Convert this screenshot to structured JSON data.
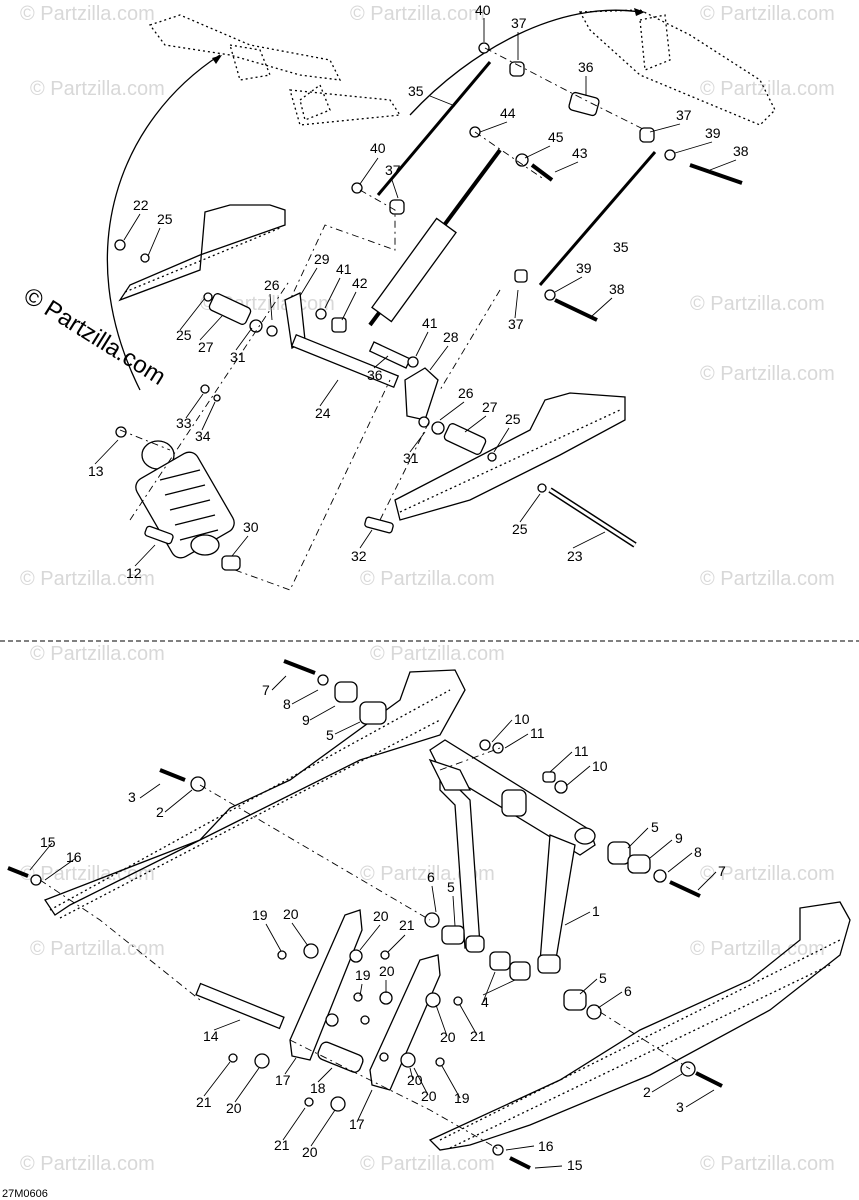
{
  "watermark": "© Partzilla.com",
  "brand_watermark": "© Partzilla.com",
  "drawing_code": "27M0606",
  "top_labels": {
    "l40a": "40",
    "l37a": "37",
    "l36a": "36",
    "l35a": "35",
    "l44": "44",
    "l37b": "37",
    "l39a": "39",
    "l38a": "38",
    "l45": "45",
    "l43": "43",
    "l40b": "40",
    "l37c": "37",
    "l22": "22",
    "l25a": "25",
    "l35b": "35",
    "l29": "29",
    "l41a": "41",
    "l42": "42",
    "l26a": "26",
    "l39b": "39",
    "l38b": "38",
    "l25b": "25",
    "l27a": "27",
    "l31a": "31",
    "l37d": "37",
    "l41b": "41",
    "l28": "28",
    "l36b": "36",
    "l33": "33",
    "l34": "34",
    "l24": "24",
    "l26b": "26",
    "l27b": "27",
    "l25c": "25",
    "l13": "13",
    "l31b": "31",
    "l25d": "25",
    "l30": "30",
    "l32": "32",
    "l23": "23",
    "l12": "12"
  },
  "bottom_labels": {
    "b7a": "7",
    "b8a": "8",
    "b9a": "9",
    "b5a": "5",
    "b10a": "10",
    "b11a": "11",
    "b3a": "3",
    "b2a": "2",
    "b11b": "11",
    "b10b": "10",
    "b5b": "5",
    "b9b": "9",
    "b8b": "8",
    "b7b": "7",
    "b15a": "15",
    "b16a": "16",
    "b6a": "6",
    "b5c": "5",
    "b1": "1",
    "b19a": "19",
    "b20a": "20",
    "b20b": "20",
    "b21a": "21",
    "b19b": "19",
    "b20c": "20",
    "b5d": "5",
    "b6b": "6",
    "b4": "4",
    "b14": "14",
    "b21b": "21",
    "b20d": "20",
    "b17a": "17",
    "b18": "18",
    "b20e": "20",
    "b19c": "19",
    "b21c": "21",
    "b20f": "20",
    "b20g": "20",
    "b2b": "2",
    "b3b": "3",
    "b17b": "17",
    "b21d": "21",
    "b20h": "20",
    "b16b": "16",
    "b15b": "15"
  }
}
